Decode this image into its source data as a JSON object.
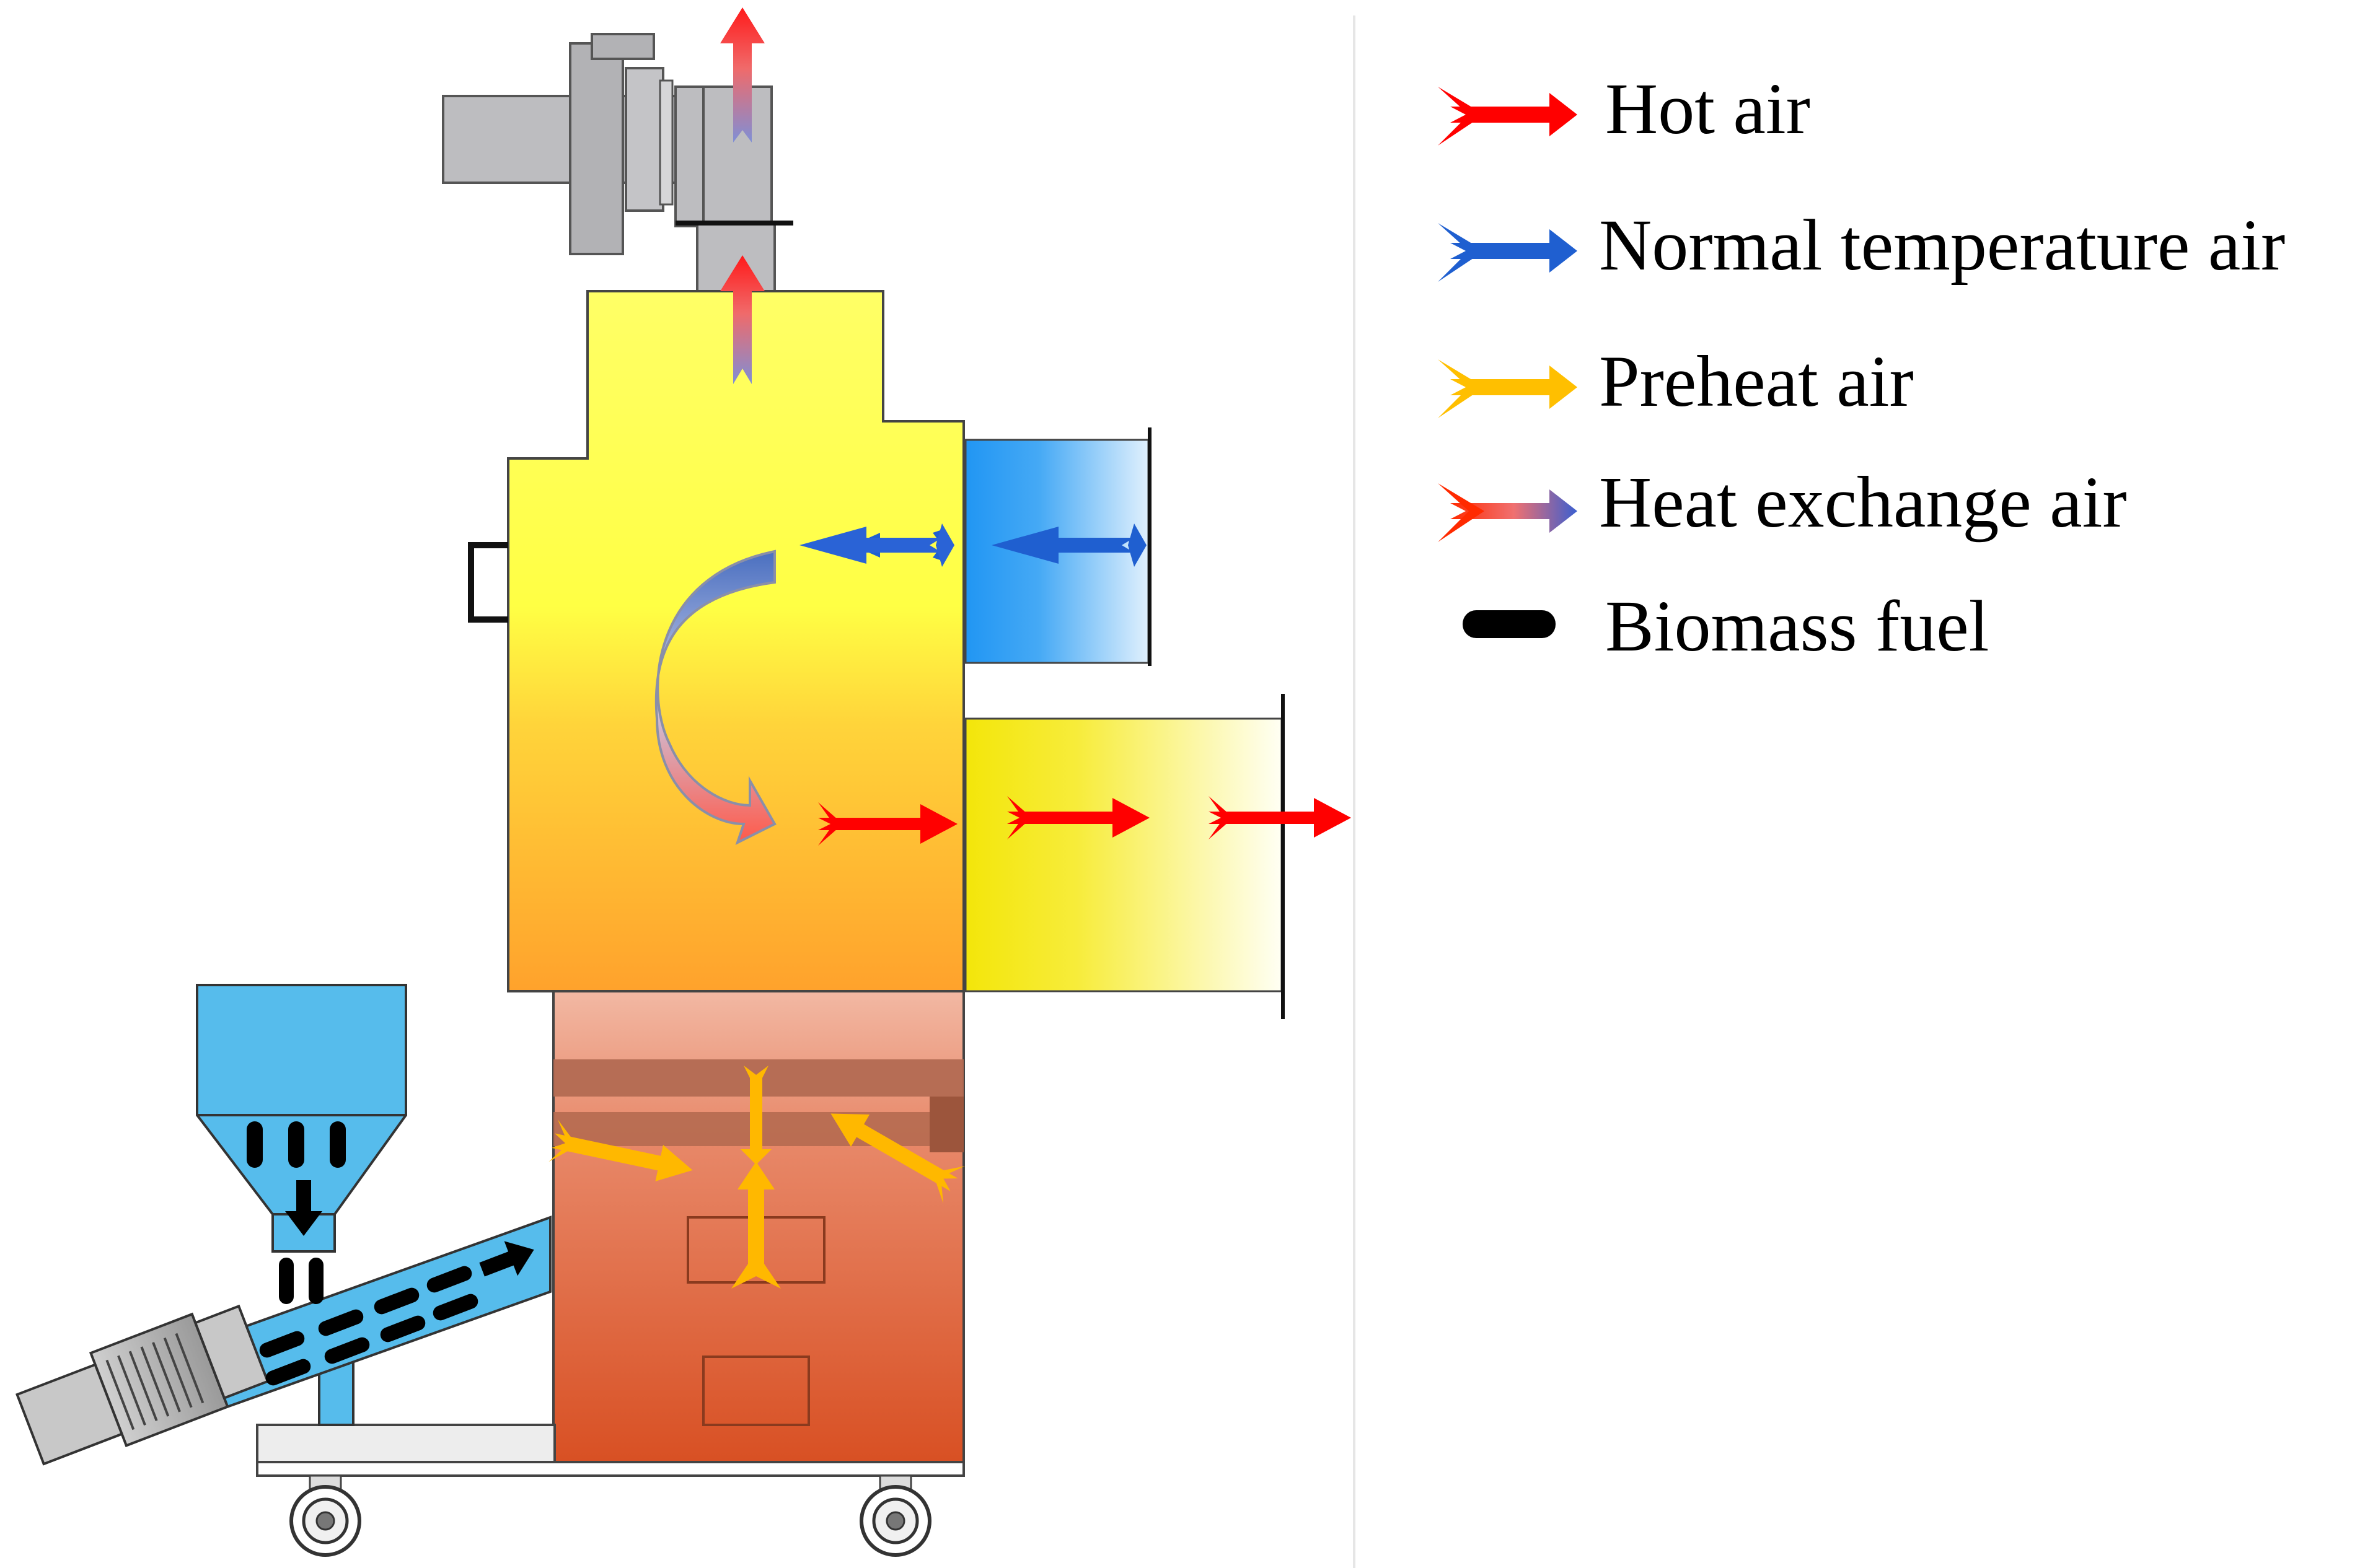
{
  "legend": {
    "items": [
      {
        "key": "hot",
        "label": "Hot air",
        "color": "#ff0000"
      },
      {
        "key": "normal",
        "label": "Normal temperature air",
        "color": "#1f5fd0"
      },
      {
        "key": "preheat",
        "label": "Preheat air",
        "color": "#ffbf00"
      },
      {
        "key": "exchange",
        "label": "Heat exchange air",
        "color_from": "#ff2a00",
        "color_to": "#3b5fd0"
      },
      {
        "key": "fuel",
        "label": "Biomass fuel",
        "color": "#000000"
      }
    ]
  },
  "colors": {
    "chimney": "#bfbfc2",
    "hopper": "#56bcec",
    "burner_top": "#e9a38d",
    "burner_bottom": "#d84f22",
    "inlet_duct": "#2e9cf0",
    "outlet_duct": "#f5e90f"
  }
}
